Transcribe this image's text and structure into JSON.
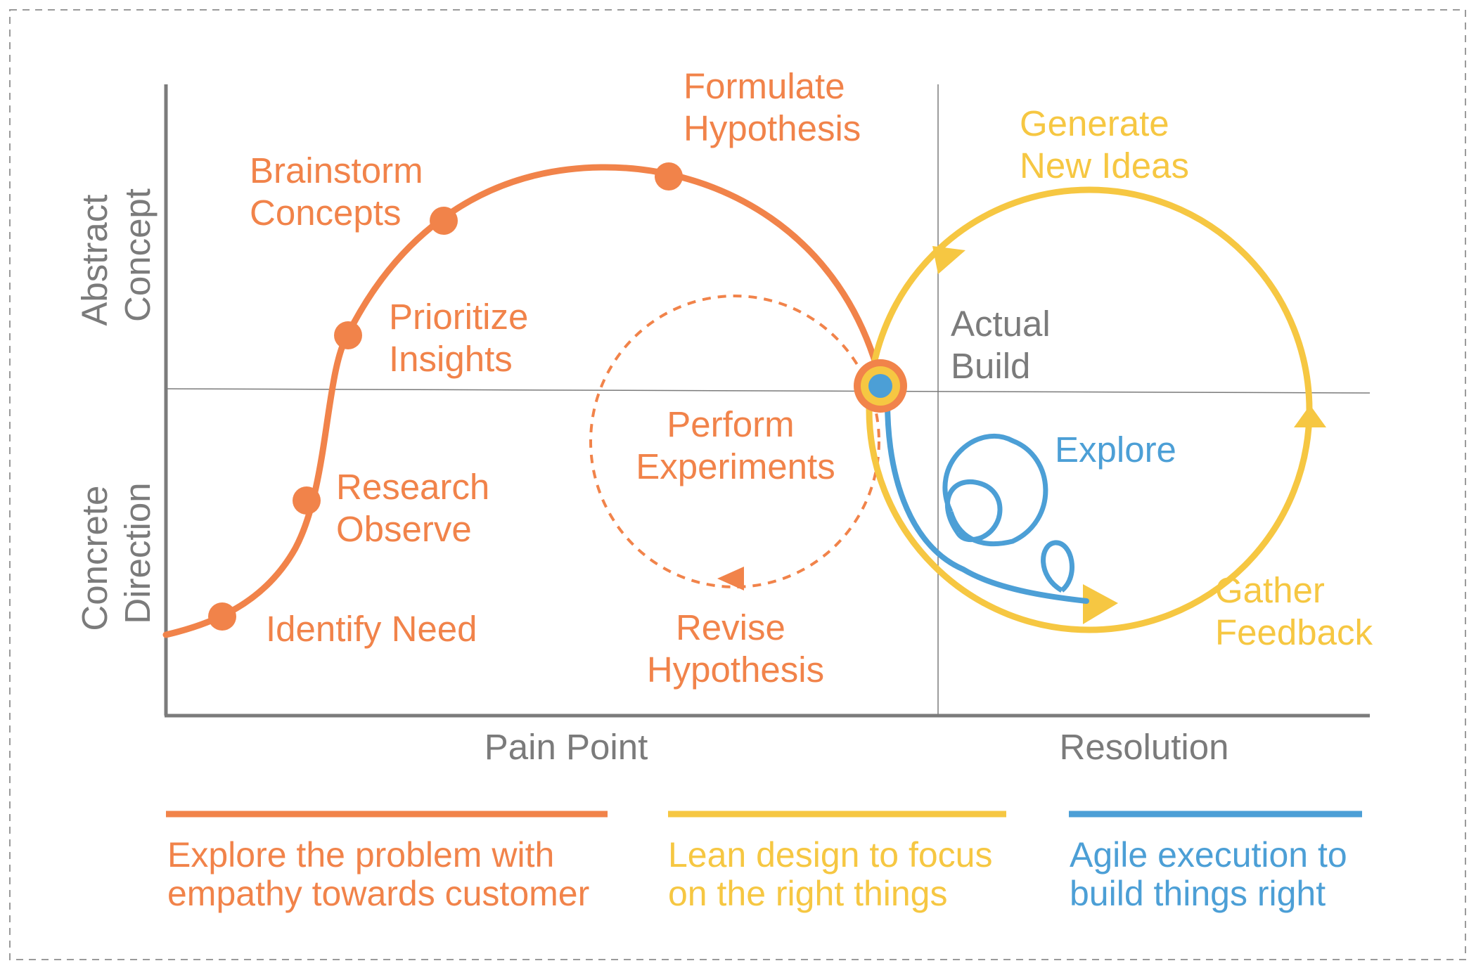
{
  "axes": {
    "y_top": [
      "Abstract",
      "Concept"
    ],
    "y_bottom": [
      "Concrete",
      "Direction"
    ],
    "x_left": "Pain Point",
    "x_right": "Resolution"
  },
  "steps": {
    "identify_need": [
      "Identify Need"
    ],
    "research_observe": [
      "Research",
      "Observe"
    ],
    "prioritize_insights": [
      "Prioritize",
      "Insights"
    ],
    "brainstorm_concepts": [
      "Brainstorm",
      "Concepts"
    ],
    "formulate_hypothesis": [
      "Formulate",
      "Hypothesis"
    ],
    "perform_experiments": [
      "Perform",
      "Experiments"
    ],
    "revise_hypothesis": [
      "Revise",
      "Hypothesis"
    ],
    "actual_build": [
      "Actual",
      "Build"
    ],
    "generate_new_ideas": [
      "Generate",
      "New Ideas"
    ],
    "gather_feedback": [
      "Gather",
      "Feedback"
    ],
    "explore": [
      "Explore"
    ]
  },
  "legend": [
    {
      "lines": [
        "Explore the problem with",
        "empathy towards customer"
      ],
      "color": "#f1834a"
    },
    {
      "lines": [
        "Lean design to focus",
        "on the right things"
      ],
      "color": "#f6c742"
    },
    {
      "lines": [
        "Agile execution to",
        "build things right"
      ],
      "color": "#4c9fd6"
    }
  ],
  "colors": {
    "orange": "#f1834a",
    "yellow": "#f6c742",
    "blue": "#4c9fd6",
    "axis": "#7b7b7b"
  }
}
